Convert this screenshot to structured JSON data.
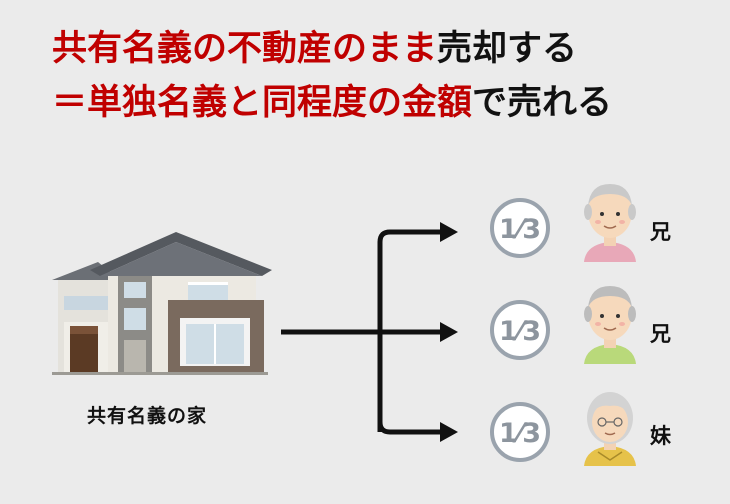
{
  "headline": {
    "line1": {
      "red": "共有名義の不動産のまま",
      "black": "売却する"
    },
    "line2": {
      "red": "＝単独名義と同程度の金額",
      "black": "で売れる"
    }
  },
  "house_caption": "共有名義の家",
  "shares": [
    {
      "fraction": "1⁄3",
      "relation": "兄",
      "person_icon": "elderly-man-pink-shirt-icon"
    },
    {
      "fraction": "1⁄3",
      "relation": "兄",
      "person_icon": "elderly-man-green-shirt-icon"
    },
    {
      "fraction": "1⁄3",
      "relation": "妹",
      "person_icon": "elderly-woman-yellow-shirt-icon"
    }
  ],
  "colors": {
    "accent_red": "#c00000",
    "text": "#111111",
    "background": "#ebebeb",
    "circle_stroke": "#9aa3ad"
  }
}
